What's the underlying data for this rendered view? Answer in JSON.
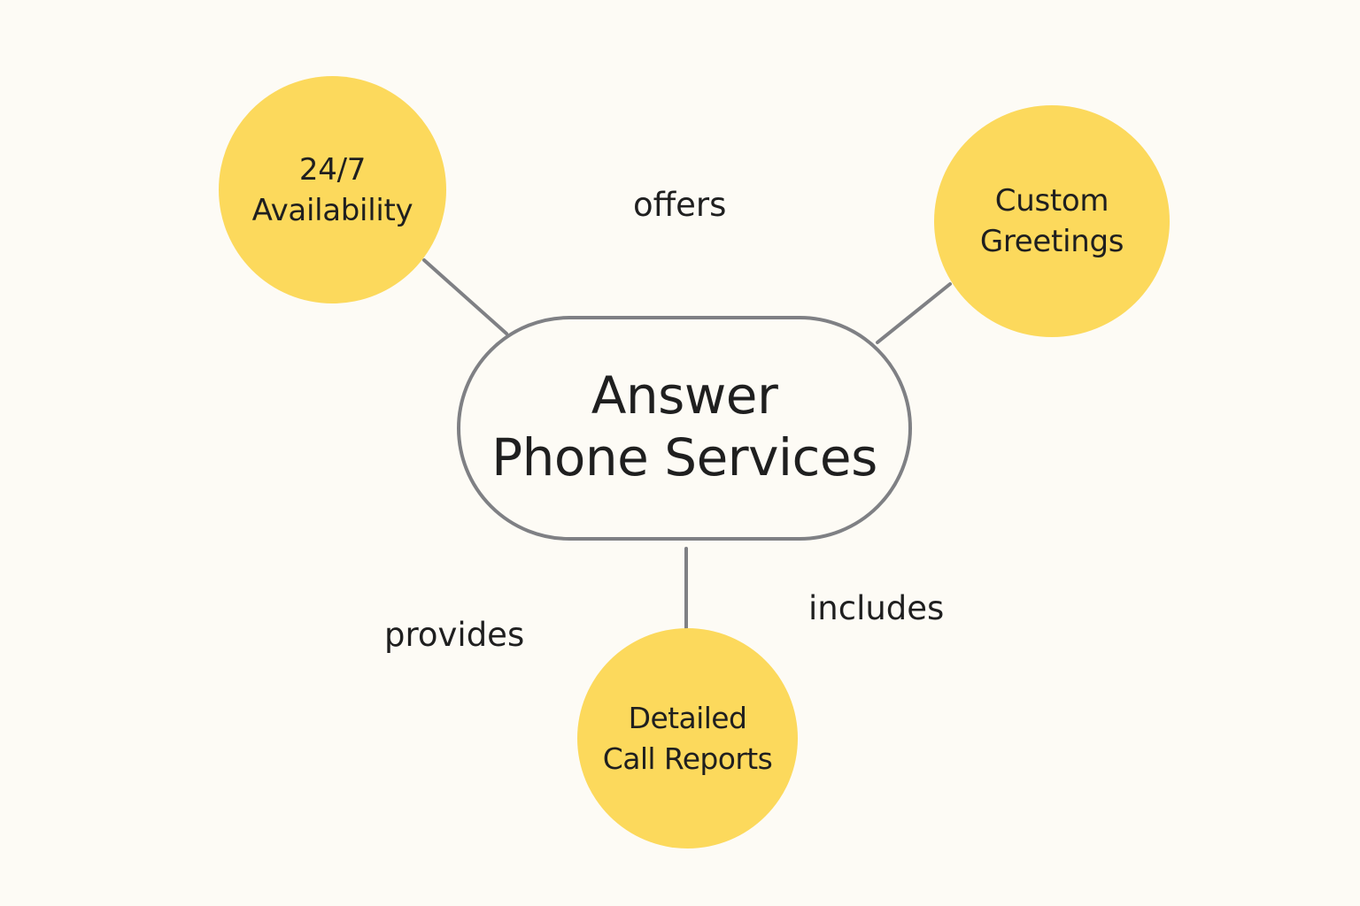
{
  "colors": {
    "background": "#fdfbf5",
    "node_fill": "#fcd95c",
    "connector": "#7f8084",
    "text": "#1f1f1f"
  },
  "center": {
    "label": "Answer\nPhone Services"
  },
  "nodes": [
    {
      "id": "availability",
      "label": "24/7\nAvailability"
    },
    {
      "id": "greetings",
      "label": "Custom\nGreetings"
    },
    {
      "id": "reports",
      "label": "Detailed\nCall Reports"
    }
  ],
  "edge_labels": {
    "offers": "offers",
    "provides": "provides",
    "includes": "includes"
  }
}
